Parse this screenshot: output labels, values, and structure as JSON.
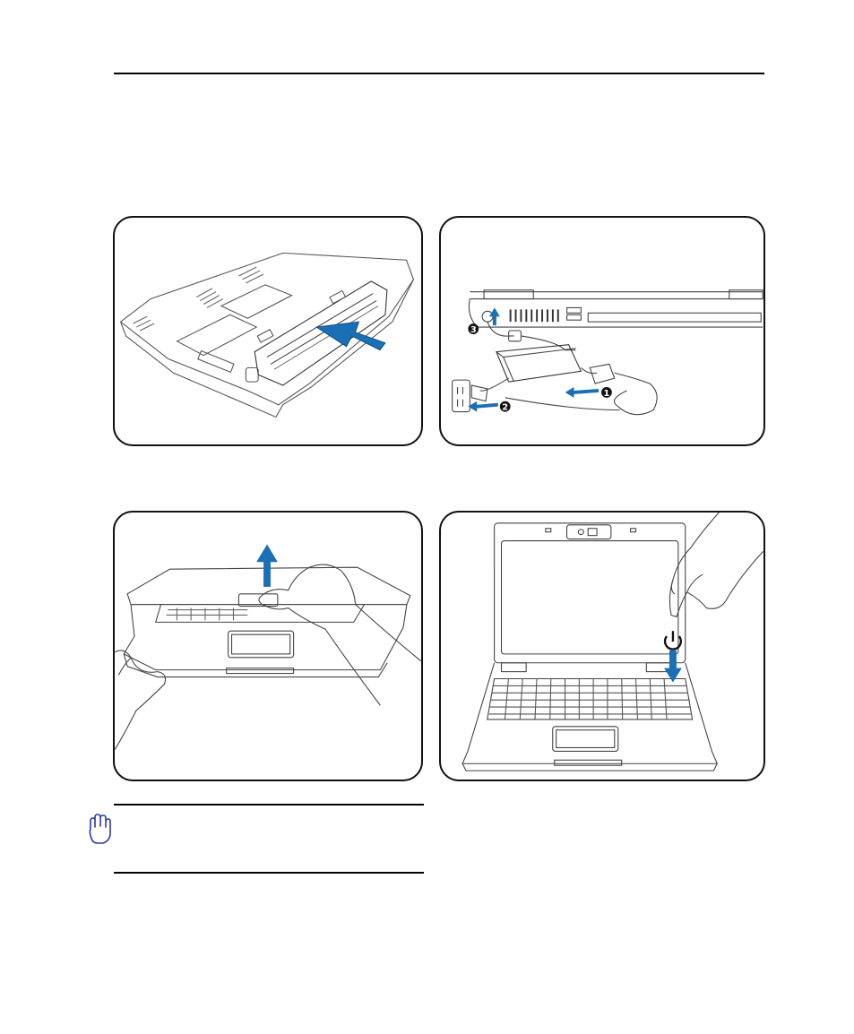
{
  "page": {
    "accent_color": "#1a6fb5",
    "line_color": "#000000"
  },
  "panels": [
    {
      "id": "install-battery",
      "icon": "battery-insert-illustration"
    },
    {
      "id": "connect-power",
      "icon": "power-adapter-illustration",
      "callouts": [
        "1",
        "2",
        "3"
      ]
    },
    {
      "id": "open-lid",
      "icon": "lid-open-illustration"
    },
    {
      "id": "power-on",
      "icon": "power-button-illustration"
    }
  ],
  "caution": {
    "icon": "caution-hand-icon"
  }
}
